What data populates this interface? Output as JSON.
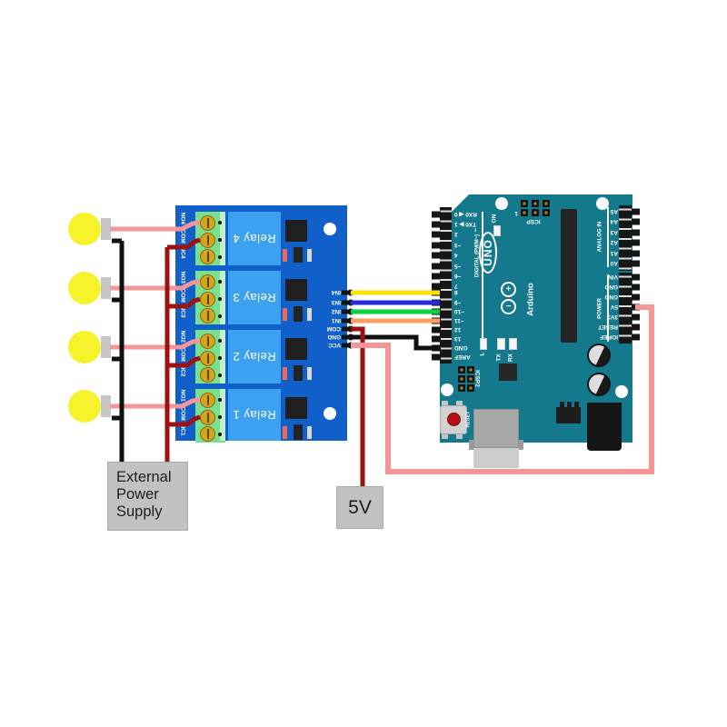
{
  "relay_board": {
    "relays": [
      {
        "name": "Relay 4"
      },
      {
        "name": "Relay 3"
      },
      {
        "name": "Relay 2"
      },
      {
        "name": "Relay 1"
      }
    ],
    "terminal_labels": [
      "NO4",
      "COM",
      "NC4",
      "NO3",
      "COM",
      "NC3",
      "NO2",
      "COM",
      "NC2",
      "NO1",
      "COM",
      "NC1"
    ],
    "header_pins": [
      "IN4",
      "IN3",
      "IN2",
      "IN1",
      "COM",
      "GND",
      "VCC"
    ]
  },
  "arduino": {
    "digital_pins": [
      "RX0 ◀ 0",
      "TX0 ▶ 1",
      "2",
      "~3",
      "4",
      "~5",
      "~6",
      "7",
      "8",
      "~9",
      "~10",
      "~11",
      "12",
      "13",
      "GND",
      "AREF"
    ],
    "digital_group": "DIGITAL (PWM~)",
    "analog_pins": [
      "A5",
      "A4",
      "A3",
      "A2",
      "A1",
      "A0"
    ],
    "analog_group": "ANALOG IN",
    "power_pins": [
      "VIN",
      "GND",
      "GND",
      "5V",
      "3V3",
      "RESET",
      "IOREF"
    ],
    "power_group": "POWER",
    "logo_model": "UNO",
    "logo_brand": "Arduino",
    "logo_tm": "™",
    "logo_plus": "+",
    "logo_minus": "−",
    "on_label": "ON",
    "icsp_label": "ICSP",
    "icsp_pin1": "1",
    "icsp2_label": "ICSP2",
    "reset_label": "RESET",
    "led_l": "L",
    "led_tx": "TX",
    "led_rx": "RX"
  },
  "labels": {
    "external_power_supply": {
      "line1": "External",
      "line2": "Power",
      "line3": "Supply"
    },
    "five_v": "5V"
  },
  "wires": {
    "led_to_relay": "#f59597",
    "supply_minus": "#101010",
    "supply_plus": "#9e1111",
    "in4": "#ffe100",
    "in3": "#2828dc",
    "in2": "#0cd13e",
    "in1": "#ff9e61",
    "gnd": "#101010",
    "com_5v": "#9e1111",
    "vcc_5v": "#f59597"
  },
  "colors": {
    "arduino_board": "#15798d",
    "relay_board": "#1160c9",
    "relay_body": "#3ca1f0",
    "terminal_block": "#79e08e",
    "led_bulb": "#f7f32b",
    "label_box": "#c2c2c2"
  }
}
